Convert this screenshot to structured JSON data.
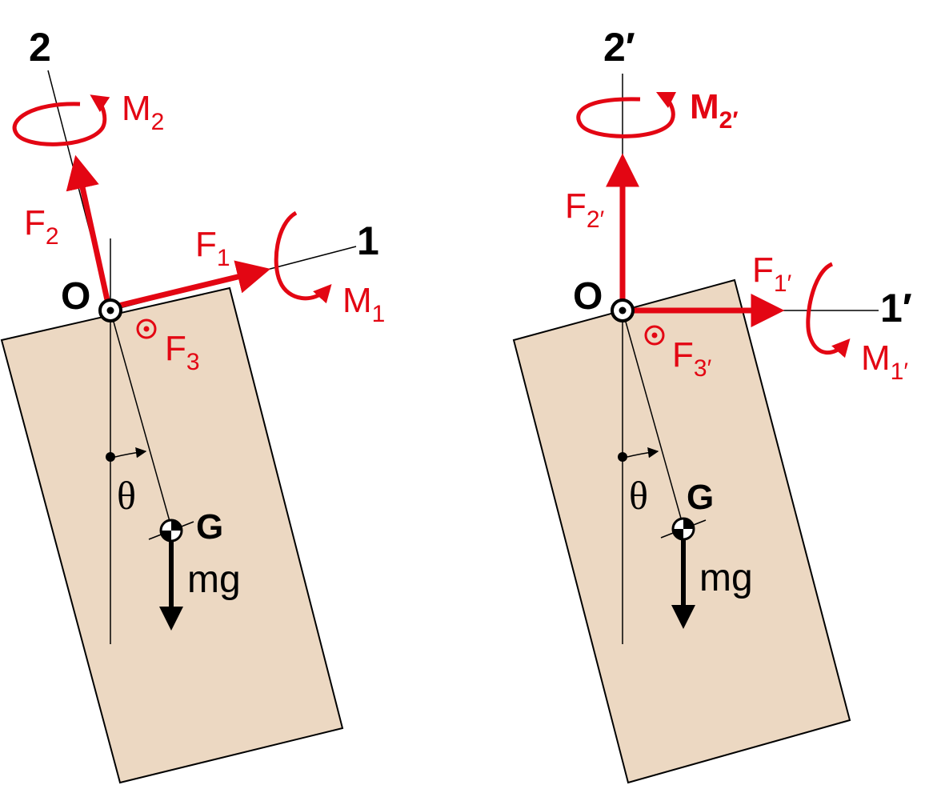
{
  "colors": {
    "force": "#e30613",
    "body_fill": "#ecd8c2",
    "outline": "#000000"
  },
  "left": {
    "axis_1": "1",
    "axis_2": "2",
    "pivot": "O",
    "center": "G",
    "angle": "θ",
    "weight": "mg",
    "F1": {
      "base": "F",
      "sub": "1"
    },
    "F2": {
      "base": "F",
      "sub": "2"
    },
    "F3": {
      "base": "F",
      "sub": "3"
    },
    "M1": {
      "base": "M",
      "sub": "1"
    },
    "M2": {
      "base": "M",
      "sub": "2"
    }
  },
  "right": {
    "axis_1": "1′",
    "axis_2": "2′",
    "pivot": "O",
    "center": "G",
    "angle": "θ",
    "weight": "mg",
    "F1": {
      "base": "F",
      "sub": "1′"
    },
    "F2": {
      "base": "F",
      "sub": "2′"
    },
    "F3": {
      "base": "F",
      "sub": "3′"
    },
    "M1": {
      "base": "M",
      "sub": "1′"
    },
    "M2": {
      "base": "M",
      "sub": "2′"
    }
  }
}
